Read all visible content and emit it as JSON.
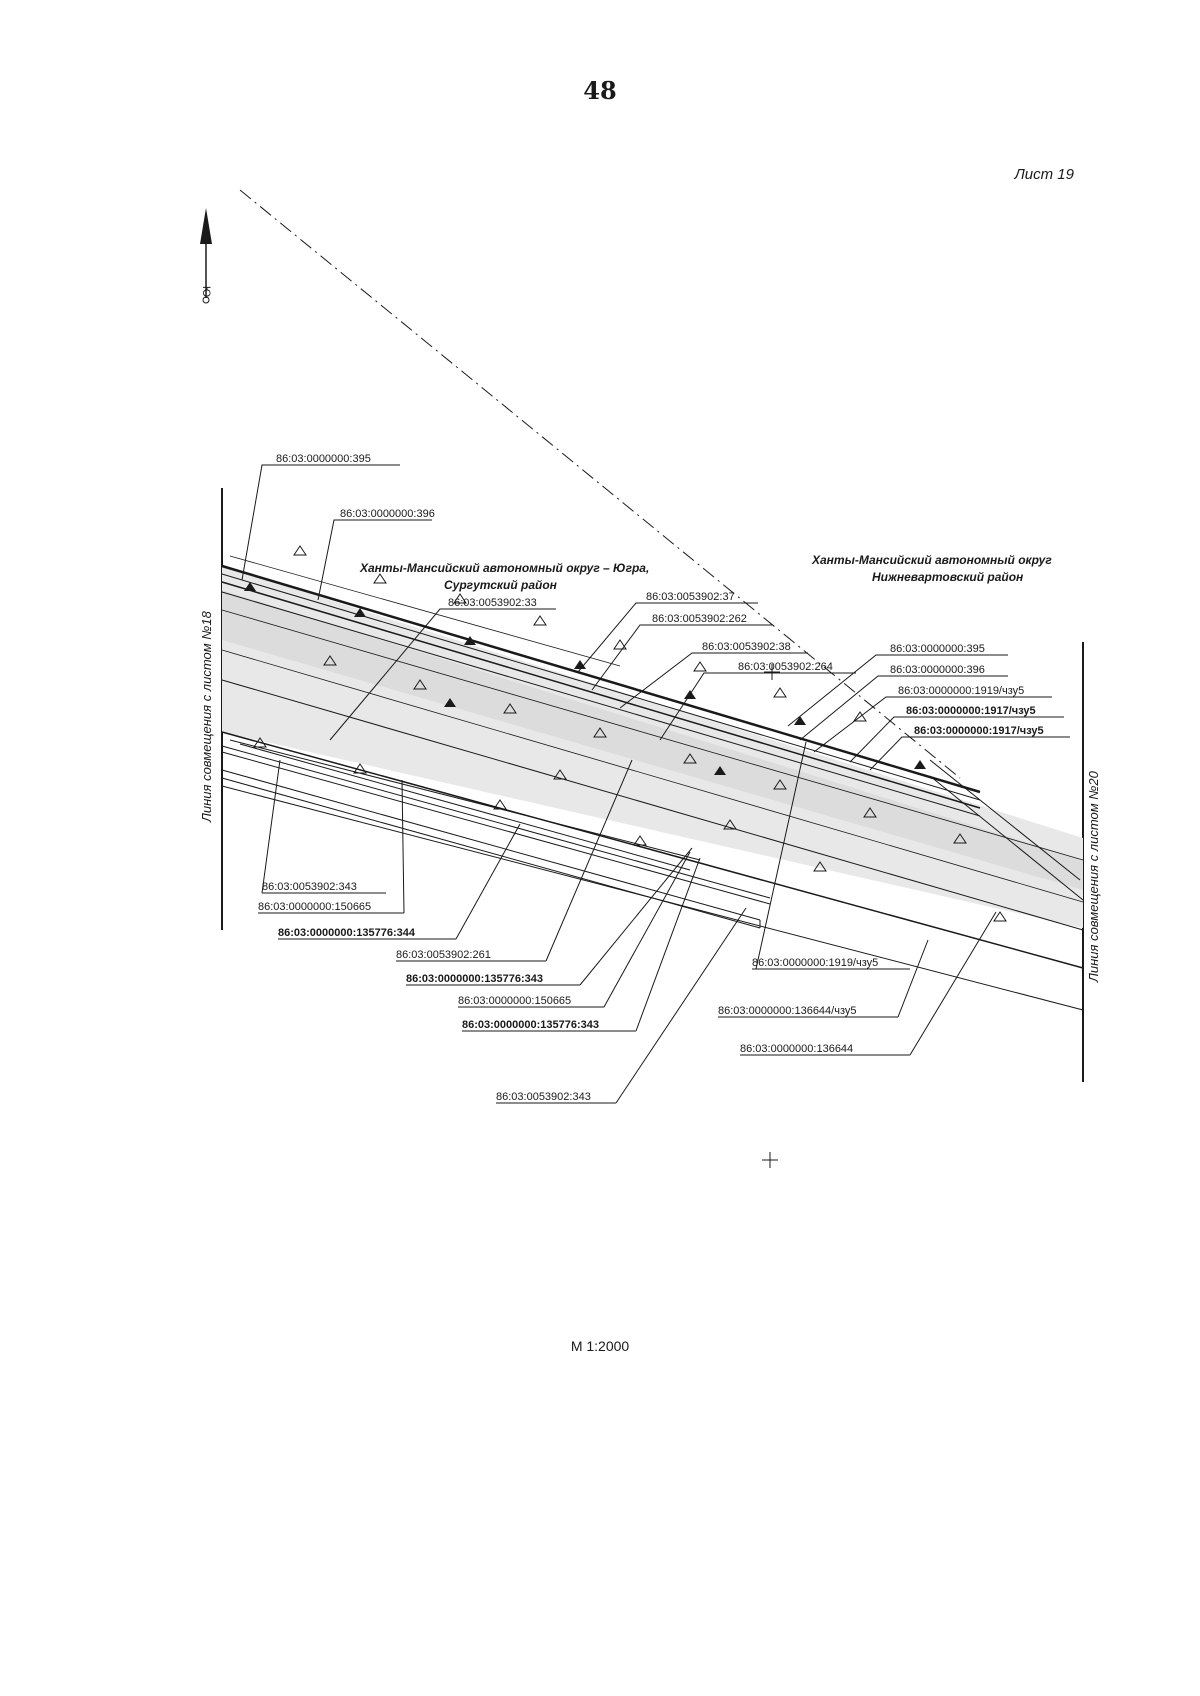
{
  "page_number": "48",
  "sheet": "Лист 19",
  "scale": "М 1:2000",
  "north_symbol": "north-arrow-icon",
  "north_letter": "Ю",
  "regions": {
    "left_line1": "Ханты-Мансийский автономный округ – Югра,",
    "left_line2": "Сургутский район",
    "right_line1": "Ханты-Мансийский автономный округ",
    "right_line2": "Нижневартовский район"
  },
  "match_lines": {
    "left": "Линия совмещения с листом №18",
    "right": "Линия совмещения с листом №20"
  },
  "labels": {
    "l1": "86:03:0000000:395",
    "l2": "86:03:0000000:396",
    "l3": "86:03:0053902:33",
    "l4": "86:03:0053902:37",
    "l5": "86:03:0053902:262",
    "l6": "86:03:0053902:38",
    "l7": "86:03:0053902:264",
    "l8": "86:03:0000000:395",
    "l9": "86:03:0000000:396",
    "l10": "86:03:0000000:1919/чзу5",
    "l11": "86:03:0000000:1917/чзу5",
    "l12": "86:03:0000000:1917/чзу5",
    "l13": "86:03:0053902:343",
    "l14": "86:03:0000000:150665",
    "l15": "86:03:0000000:135776:344",
    "l16": "86:03:0053902:261",
    "l17": "86:03:0000000:135776:343",
    "l18": "86:03:0000000:150665",
    "l19": "86:03:0000000:135776:343",
    "l20": "86:03:0053902:343",
    "l21": "86:03:0000000:1919/чзу5",
    "l22": "86:03:0000000:136644/чзу5",
    "l23": "86:03:0000000:136644"
  }
}
